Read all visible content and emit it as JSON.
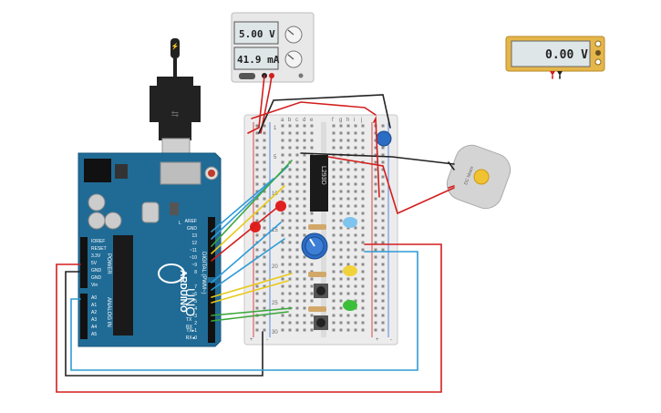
{
  "power_supply": {
    "voltage": "5.00 V",
    "current": "41.9 mA"
  },
  "multimeter": {
    "reading": "0.00 V"
  },
  "arduino": {
    "brand": "ARDUINO",
    "model": "UNO",
    "reset_label": "RESET",
    "power_header": "POWER",
    "analog_header": "ANALOG IN",
    "digital_header": "DIGITAL (PWM~)",
    "power_pins": [
      "IOREF",
      "RESET",
      "3.3V",
      "5V",
      "GND",
      "GND",
      "Vin"
    ],
    "analog_pins": [
      "A0",
      "A1",
      "A2",
      "A3",
      "A4",
      "A5"
    ],
    "digital_top": [
      "AREF",
      "GND",
      "13",
      "12",
      "~11",
      "~10",
      "~9",
      "8"
    ],
    "digital_bottom": [
      "7",
      "~6",
      "~5",
      "4",
      "~3",
      "2",
      "TX▸1",
      "RX◂0"
    ],
    "tx_label": "TX",
    "rx_label": "RX",
    "l_label": "L"
  },
  "breadboard": {
    "columns": [
      "a",
      "b",
      "c",
      "d",
      "e",
      "f",
      "g",
      "h",
      "i",
      "j"
    ],
    "row_numbers": [
      "1",
      "5",
      "10",
      "15",
      "20",
      "25",
      "30"
    ],
    "plus": "+",
    "minus": "-"
  },
  "chip": {
    "label": "L293D"
  },
  "motor": {
    "label": "DC Motor"
  },
  "colors": {
    "board": "#1f6b96",
    "breadboard": "#ececec",
    "wire_red": "#d41e1e",
    "wire_black": "#222222",
    "wire_blue": "#2e9bd6",
    "wire_green": "#3aa63a",
    "wire_yellow": "#e8c91a",
    "lcd": "#dfe6e8"
  }
}
